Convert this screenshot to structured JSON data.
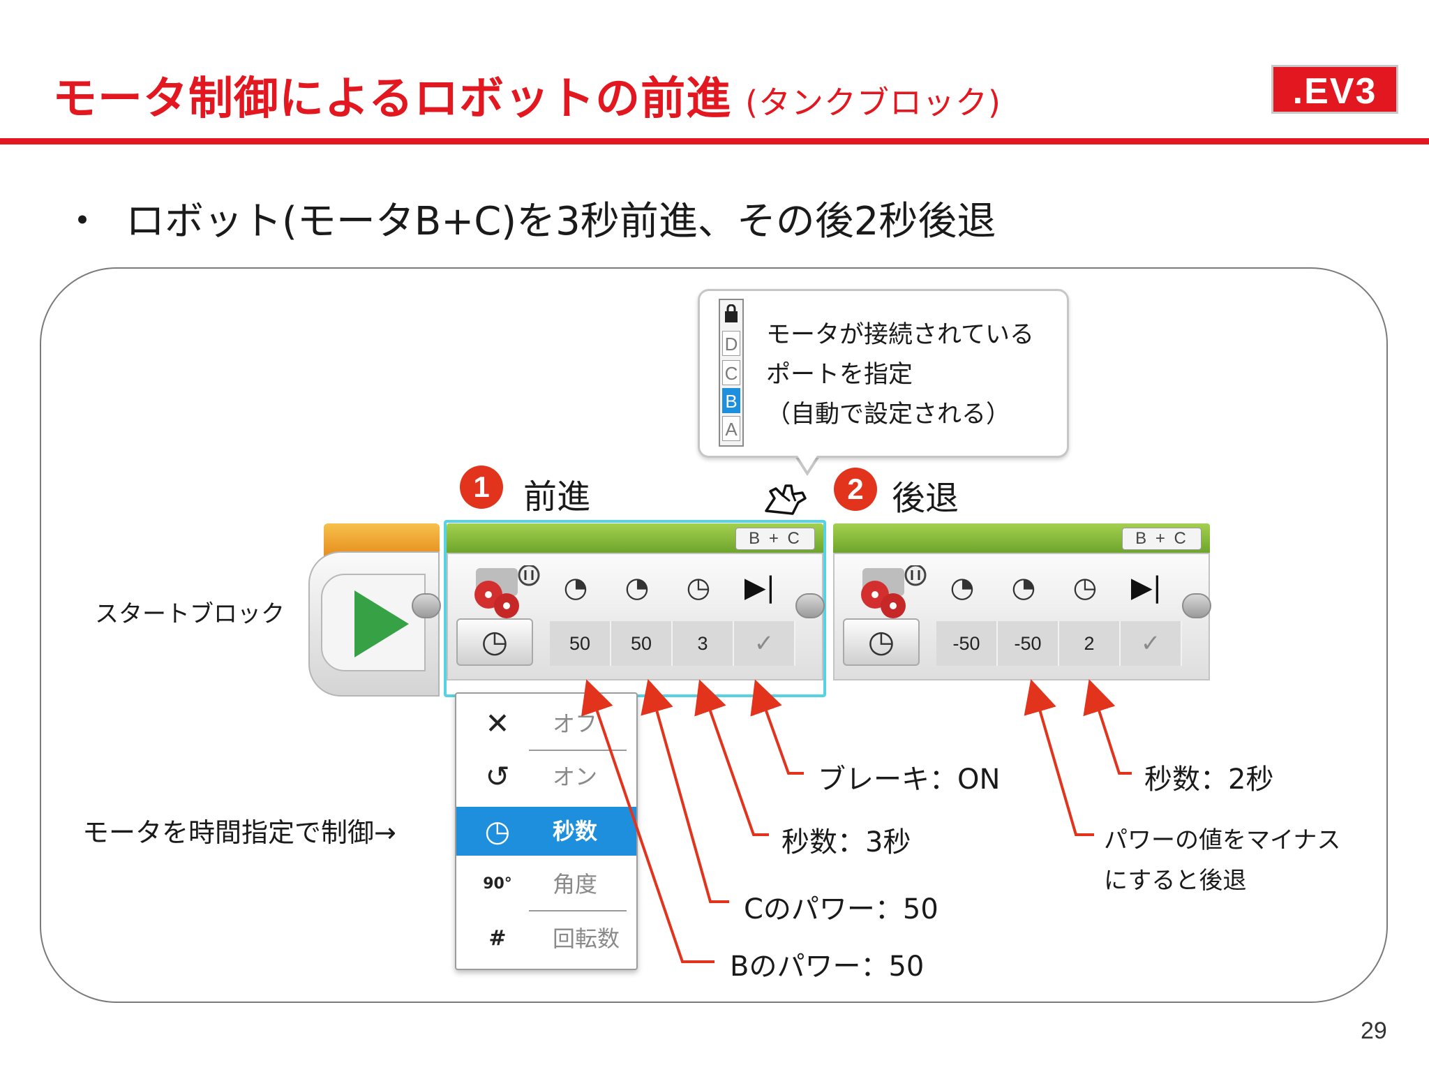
{
  "slide": {
    "title": "モータ制御によるロボットの前進",
    "title_sub": "(タンクブロック)",
    "logo": ".EV3",
    "bullet": "ロボット(モータB+C)を3秒前進、その後2秒後退",
    "page_number": "29"
  },
  "callout": {
    "ports": [
      "D",
      "C",
      "B",
      "A"
    ],
    "selected_port": "B",
    "lines": [
      "モータが接続されている",
      "ポートを指定",
      "（自動で設定される）"
    ]
  },
  "steps": [
    {
      "number": "1",
      "label": "前進"
    },
    {
      "number": "2",
      "label": "後退"
    }
  ],
  "start_block": {
    "label": "スタートブロック"
  },
  "block1": {
    "ports": "B + C",
    "values": [
      "50",
      "50",
      "3",
      "✓"
    ]
  },
  "block2": {
    "ports": "B + C",
    "values": [
      "-50",
      "-50",
      "2",
      "✓"
    ]
  },
  "mode_menu": {
    "items": [
      {
        "icon": "close-icon",
        "glyph": "✕",
        "label": "オフ"
      },
      {
        "icon": "rotate-icon",
        "glyph": "↺",
        "label": "オン"
      },
      {
        "icon": "timer-icon",
        "glyph": "◷",
        "label": "秒数"
      },
      {
        "icon": "degrees-icon",
        "glyph": "90°",
        "label": "角度"
      },
      {
        "icon": "rotations-icon",
        "glyph": "#",
        "label": "回転数"
      }
    ],
    "selected": "秒数"
  },
  "annotations": {
    "mode_label": "モータを時間指定で制御→",
    "brake": "ブレーキ：ON",
    "seconds1": "秒数：3秒",
    "c_power": "Cのパワー：50",
    "b_power": "Bのパワー：50",
    "seconds2": "秒数：2秒",
    "negative_line1": "パワーの値をマイナス",
    "negative_line2": "にすると後退"
  },
  "colors": {
    "accent": "#e2171f",
    "selection": "#1e8fdc",
    "block_green": "#7fb33a",
    "start_orange": "#f0a431",
    "play_green": "#37a146",
    "highlight": "#56d3e2",
    "arrow": "#e2341d"
  }
}
